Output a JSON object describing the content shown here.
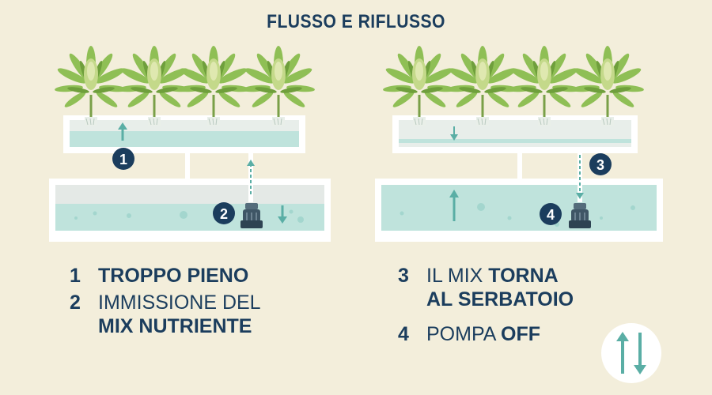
{
  "title": "FLUSSO E RIFLUSSO",
  "badges": {
    "b1": "1",
    "b2": "2",
    "b3": "3",
    "b4": "4"
  },
  "legend_left": {
    "item1": {
      "num": "1",
      "bold": "TROPPO PIENO"
    },
    "item2": {
      "num": "2",
      "plain": "IMMISSIONE DEL",
      "bold": "MIX NUTRIENTE"
    }
  },
  "legend_right": {
    "item3": {
      "num": "3",
      "plain": "IL MIX",
      "bold1": "TORNA",
      "bold2": "AL SERBATOIO"
    },
    "item4": {
      "num": "4",
      "plain": "POMPA",
      "bold": "OFF"
    }
  },
  "icons": [
    "cannabis-plant-icon",
    "pump-icon",
    "up-arrow-icon",
    "down-arrow-icon",
    "flow-cycle-icon"
  ],
  "colors": {
    "background": "#f3eedb",
    "navy": "#1b3d5d",
    "water": "#bfe3dc",
    "arrow": "#5aaea5",
    "leaf": "#8fbf55"
  }
}
